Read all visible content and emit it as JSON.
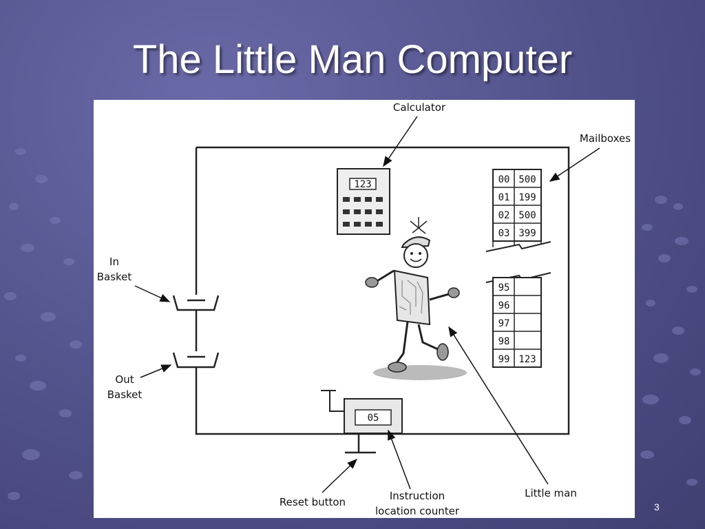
{
  "slide": {
    "title": "The Little Man Computer",
    "number": "3"
  },
  "diagram": {
    "labels": {
      "calculator": "Calculator",
      "mailboxes": "Mailboxes",
      "in_basket_line1": "In",
      "in_basket_line2": "Basket",
      "out_basket_line1": "Out",
      "out_basket_line2": "Basket",
      "reset_button": "Reset button",
      "counter_line1": "Instruction",
      "counter_line2": "location counter",
      "little_man": "Little man"
    },
    "calculator_display": "123",
    "counter_value": "05",
    "mailboxes_top": [
      {
        "address": "00",
        "value": "500"
      },
      {
        "address": "01",
        "value": "199"
      },
      {
        "address": "02",
        "value": "500"
      },
      {
        "address": "03",
        "value": "399"
      }
    ],
    "mailboxes_bottom": [
      {
        "address": "95",
        "value": ""
      },
      {
        "address": "96",
        "value": ""
      },
      {
        "address": "97",
        "value": ""
      },
      {
        "address": "98",
        "value": ""
      },
      {
        "address": "99",
        "value": "123"
      }
    ]
  },
  "colors": {
    "background": "#55558f",
    "figure_bg": "#ffffff",
    "title_text": "#ffffff"
  }
}
